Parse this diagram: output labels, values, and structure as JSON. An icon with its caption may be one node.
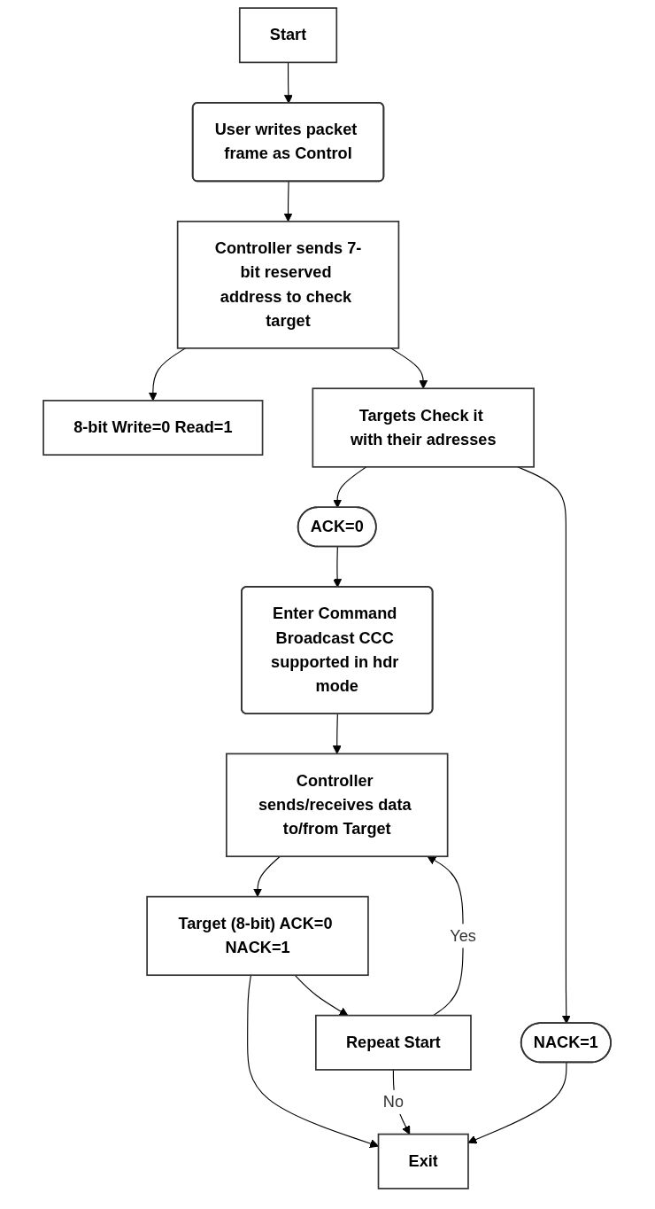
{
  "diagram": {
    "nodes": [
      {
        "text": [
          "Start"
        ]
      },
      {
        "text": [
          "User writes packet frame as Control"
        ]
      },
      {
        "text": [
          "Controller sends 7-bit reserved address to check target"
        ]
      },
      {
        "text": [
          "8-bit Write=0 Read=1"
        ]
      },
      {
        "text": [
          "Targets Check it with their adresses"
        ]
      },
      {
        "text": [
          "NACK=1"
        ]
      },
      {
        "text": [
          "ACK=0"
        ]
      },
      {
        "text": [
          "Enter Command Broadcast CCC supported in hdr mode"
        ]
      },
      {
        "text": [
          "Controller sends/receives data to/from Target"
        ]
      },
      {
        "text": [
          "Target (8-bit) ACK=0 NACK=1"
        ]
      },
      {
        "text": [
          "Repeat Start"
        ]
      },
      {
        "text": [
          "Exit"
        ]
      }
    ],
    "edges": [
      {
        "from": 0,
        "to": 1,
        "arrow": "to"
      },
      {
        "from": 1,
        "to": 2,
        "arrow": "to"
      },
      {
        "from": 2,
        "to": 3,
        "arrow": "to"
      },
      {
        "from": 2,
        "to": 4,
        "arrow": "to"
      },
      {
        "from": 4,
        "to": 5,
        "arrow": "to"
      },
      {
        "from": 4,
        "to": 6,
        "arrow": "to"
      },
      {
        "from": 6,
        "to": 7,
        "arrow": "to"
      },
      {
        "from": 7,
        "to": 8,
        "arrow": "to"
      },
      {
        "from": 8,
        "to": 9,
        "arrow": "to"
      },
      {
        "from": 9,
        "to": 10,
        "arrow": "to"
      },
      {
        "from": 10,
        "to": 8,
        "arrow": "to",
        "label": "Yes"
      },
      {
        "from": 9,
        "to": 11,
        "arrow": "to"
      },
      {
        "from": 10,
        "to": 11,
        "arrow": "to",
        "label": "No"
      },
      {
        "from": 5,
        "to": 11,
        "arrow": "to"
      }
    ]
  }
}
